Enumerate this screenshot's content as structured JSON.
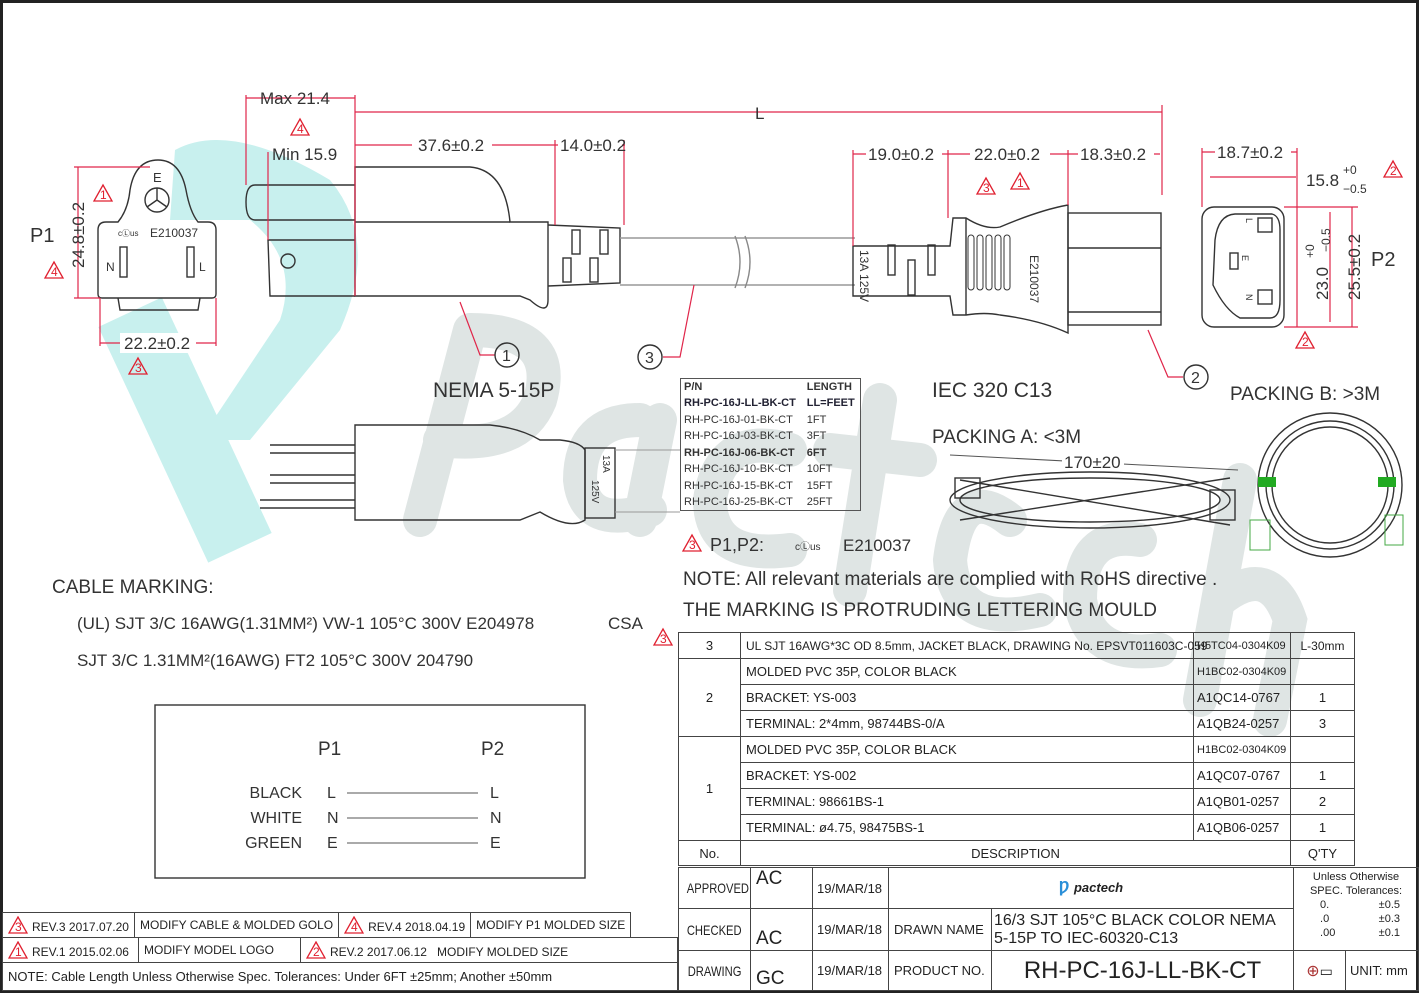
{
  "colors": {
    "accent": "#e0264a",
    "watermark_teal": "#c8f0ee",
    "watermark_gray": "#d8dedd"
  },
  "watermark": "PacTech",
  "p1": {
    "label": "P1",
    "dim_max": "Max 21.4",
    "dim_min": "Min 15.9",
    "dim_len1": "37.6±0.2",
    "dim_len2": "14.0±0.2",
    "dim_height": "24.8±0.2",
    "dim_width": "22.2±0.2",
    "earth": "E",
    "neutral": "N",
    "line": "L",
    "cert": "E210037",
    "name": "NEMA 5-15P",
    "callout": "1",
    "rev_marks": [
      "4",
      "1",
      "4",
      "3"
    ]
  },
  "overall_length": "L",
  "cable_callout": "3",
  "p2": {
    "label": "P2",
    "dim_a": "19.0±0.2",
    "dim_b": "22.0±0.2",
    "dim_c": "18.3±0.2",
    "dim_w": "18.7±0.2",
    "dim_inner": "15.8",
    "tol_inner_plus": "+0",
    "tol_inner_minus": "−0.5",
    "dim_h_inner": "23.0",
    "tol_h_plus": "+0",
    "tol_h_minus": "−0.5",
    "dim_h": "25.5±0.2",
    "rating": "13A 125V",
    "cert": "E210037",
    "name": "IEC 320 C13",
    "callout": "2",
    "rev_marks": [
      "3",
      "1",
      "2",
      "2"
    ],
    "earth": "E",
    "neutral": "N",
    "line": "L"
  },
  "side_view": {
    "rating_a": "13A",
    "rating_v": "125V"
  },
  "pn_table": {
    "headers": [
      "P/N",
      "LENGTH"
    ],
    "rows": [
      [
        "RH-PC-16J-LL-BK-CT",
        "LL=FEET"
      ],
      [
        "RH-PC-16J-01-BK-CT",
        "1FT"
      ],
      [
        "RH-PC-16J-03-BK-CT",
        "3FT"
      ],
      [
        "RH-PC-16J-06-BK-CT",
        "6FT"
      ],
      [
        "RH-PC-16J-10-BK-CT",
        "10FT"
      ],
      [
        "RH-PC-16J-15-BK-CT",
        "15FT"
      ],
      [
        "RH-PC-16J-25-BK-CT",
        "25FT"
      ]
    ]
  },
  "packing": {
    "a": "PACKING A: <3M",
    "a_dim": "170±20",
    "b": "PACKING B: >3M"
  },
  "cert_line": {
    "rev": "3",
    "label": "P1,P2:",
    "cert": "E210037"
  },
  "notes": {
    "rohs": "NOTE: All relevant materials are complied with RoHS directive .",
    "marking": "THE MARKING IS PROTRUDING LETTERING MOULD"
  },
  "cable_marking": {
    "title": "CABLE MARKING:",
    "line1": "(UL) SJT 3/C 16AWG(1.31MM²) VW-1 105°C 300V E204978",
    "line1_csa": "CSA",
    "line2": "SJT 3/C 1.31MM²(16AWG) FT2 105°C 300V 204790",
    "rev": "3"
  },
  "wiring": {
    "p1": "P1",
    "p2": "P2",
    "rows": [
      [
        "BLACK",
        "L",
        "L"
      ],
      [
        "WHITE",
        "N",
        "N"
      ],
      [
        "GREEN",
        "E",
        "E"
      ]
    ]
  },
  "bom": {
    "rows": [
      {
        "no": "3",
        "desc": "UL SJT 16AWG*3C OD 8.5mm, JACKET BLACK, DRAWING No. EPSVT011603C-059",
        "code": "H5TC04-0304K09",
        "qty": "L-30mm"
      },
      {
        "no": "2",
        "desc": "MOLDED PVC 35P, COLOR BLACK",
        "code": "H1BC02-0304K09",
        "qty": ""
      },
      {
        "no": "",
        "desc": "BRACKET: YS-003",
        "code": "A1QC14-0767",
        "qty": "1"
      },
      {
        "no": "",
        "desc": "TERMINAL: 2*4mm, 98744BS-0/A",
        "code": "A1QB24-0257",
        "qty": "3"
      },
      {
        "no": "1",
        "desc": "MOLDED PVC 35P, COLOR BLACK",
        "code": "H1BC02-0304K09",
        "qty": ""
      },
      {
        "no": "",
        "desc": "BRACKET: YS-002",
        "code": "A1QC07-0767",
        "qty": "1"
      },
      {
        "no": "",
        "desc": "TERMINAL: 98661BS-1",
        "code": "A1QB01-0257",
        "qty": "2"
      },
      {
        "no": "",
        "desc": "TERMINAL: ø4.75, 98475BS-1",
        "code": "A1QB06-0257",
        "qty": "1"
      }
    ],
    "headers": {
      "no": "No.",
      "desc": "DESCRIPTION",
      "qty": "Q'TY"
    }
  },
  "title_block": {
    "approved": "APPROVED",
    "approved_by": "AC",
    "approved_date": "19/MAR/18",
    "checked": "CHECKED",
    "checked_by": "AC",
    "checked_date": "19/MAR/18",
    "drawing": "DRAWING",
    "drawing_by": "GC",
    "drawing_date": "19/MAR/18",
    "logo": "pactech",
    "drawn_name_label": "DRAWN NAME",
    "drawn_name_1": "16/3 SJT 105°C BLACK COLOR NEMA",
    "drawn_name_2": "5-15P TO IEC-60320-C13",
    "product_no_label": "PRODUCT NO.",
    "product_no": "RH-PC-16J-LL-BK-CT",
    "tolerance_title_1": "Unless Otherwise",
    "tolerance_title_2": "SPEC. Tolerances:",
    "tolerances": [
      [
        "0.",
        "±0.5"
      ],
      [
        ".0",
        "±0.3"
      ],
      [
        ".00",
        "±0.1"
      ]
    ],
    "unit": "UNIT: mm"
  },
  "revisions": [
    {
      "mark": "3",
      "text": "REV.3 2017.07.20",
      "desc": "MODIFY CABLE & MOLDED GOLO"
    },
    {
      "mark": "4",
      "text": "REV.4 2018.04.19",
      "desc": "MODIFY P1 MOLDED SIZE"
    },
    {
      "mark": "1",
      "text": "REV.1 2015.02.06",
      "desc": "MODIFY MODEL LOGO"
    },
    {
      "mark": "2",
      "text": "REV.2 2017.06.12",
      "desc": "MODIFY MOLDED SIZE"
    }
  ],
  "length_note": "NOTE: Cable Length Unless Otherwise Spec. Tolerances: Under 6FT ±25mm;  Another ±50mm"
}
